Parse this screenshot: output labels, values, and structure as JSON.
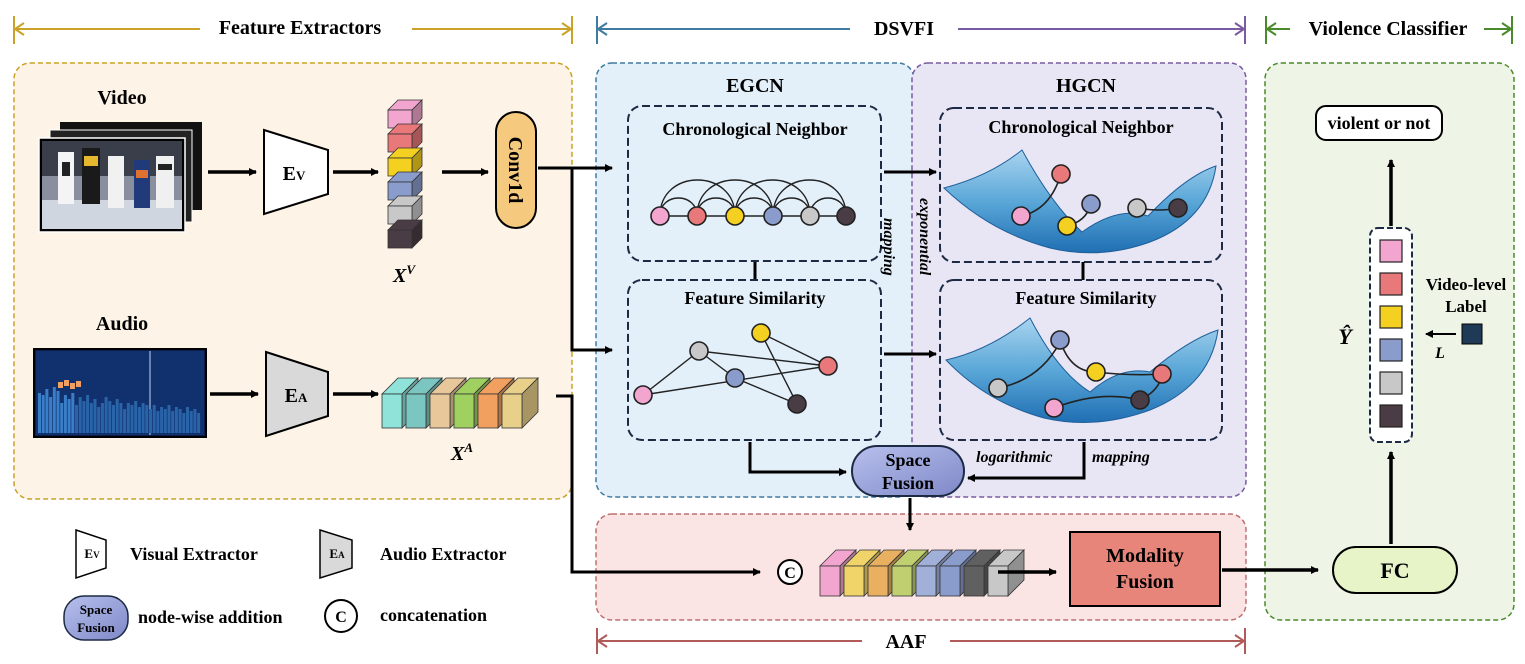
{
  "sections": {
    "feature_extractors": "Feature Extractors",
    "dsvfi": "DSVFI",
    "violence_classifier": "Violence Classifier",
    "aaf": "AAF"
  },
  "inputs": {
    "video": "Video",
    "audio": "Audio"
  },
  "extractors": {
    "ev_main": "E",
    "ev_sub": "V",
    "ea_main": "E",
    "ea_sub": "A",
    "xv_main": "X",
    "xv_sup": "V",
    "xa_main": "X",
    "xa_sup": "A",
    "conv": "Conv1d"
  },
  "egcn": {
    "title": "EGCN",
    "chrono": "Chronological Neighbor",
    "feat": "Feature Similarity"
  },
  "hgcn": {
    "title": "HGCN",
    "chrono": "Chronological Neighbor",
    "feat": "Feature Similarity"
  },
  "mappings": {
    "exponential": "exponential",
    "mapping1": "mapping",
    "logarithmic": "logarithmic",
    "mapping2": "mapping"
  },
  "space_fusion": {
    "line1": "Space",
    "line2": "Fusion"
  },
  "modality_fusion": {
    "line1": "Modality",
    "line2": "Fusion"
  },
  "concat_symbol": "C",
  "classifier": {
    "output": "violent or not",
    "fc": "FC",
    "y_hat": "Ŷ",
    "label_line1": "Video-level",
    "label_line2": "Label",
    "loss": "L"
  },
  "legend": {
    "visual": "Visual Extractor",
    "audio": "Audio Extractor",
    "node_add": "node-wise addition",
    "concat": "concatenation",
    "ev_main": "E",
    "ev_sub": "V",
    "ea_main": "E",
    "ea_sub": "A",
    "sf_line1": "Space",
    "sf_line2": "Fusion",
    "c": "C"
  },
  "colors": {
    "feature_bg": "#fdf3e6",
    "feature_border": "#c9a227",
    "egcn_bg": "#e3f0fa",
    "hgcn_bg": "#e8e6f5",
    "aaf_bg": "#fbe4e4",
    "classifier_bg": "#eef5e6",
    "conv": "#f5c97e",
    "modality": "#e8857a",
    "fc": "#e6f4c8",
    "space_fusion": "#9fa8dc",
    "seq": [
      "#f2a6cf",
      "#e8787a",
      "#f4d020",
      "#8a9ccc",
      "#c8c8c8",
      "#4a3c44"
    ]
  }
}
